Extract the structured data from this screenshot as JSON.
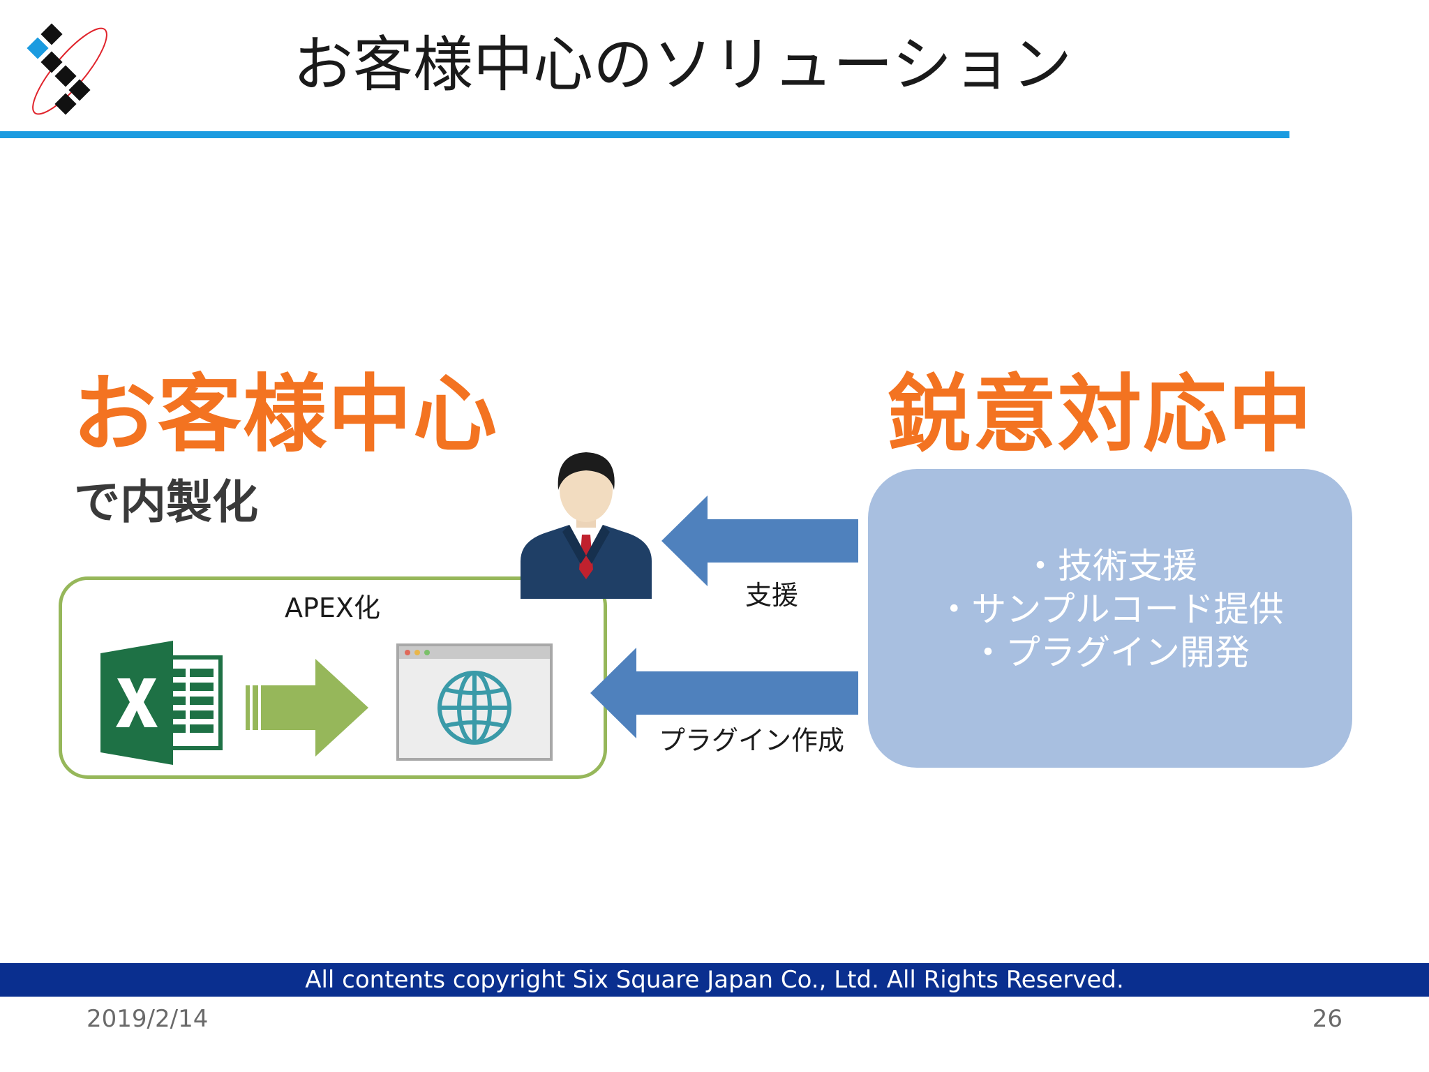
{
  "header": {
    "title": "お客様中心のソリューション"
  },
  "left": {
    "heading": "お客様中心",
    "subheading": "で内製化",
    "panel_label": "APEX化",
    "icons": [
      "excel-icon",
      "arrow-right-icon",
      "browser-globe-icon",
      "businessman-icon"
    ]
  },
  "right": {
    "heading": "鋭意対応中",
    "services": [
      "・技術支援",
      "・サンプルコード提供",
      "・プラグイン開発"
    ]
  },
  "flows": {
    "support_label": "支援",
    "plugin_label": "プラグイン作成"
  },
  "footer": {
    "copyright": "All contents copyright Six Square Japan Co., Ltd. All Rights Reserved.",
    "date": "2019/2/14",
    "page": "26"
  },
  "colors": {
    "accent_orange": "#f37321",
    "title_rule_blue": "#1b9be0",
    "footer_navy": "#0a2f8f",
    "panel_green": "#96b75a",
    "arrow_blue": "#4f81bd",
    "service_box_blue": "#a8bfe0"
  }
}
